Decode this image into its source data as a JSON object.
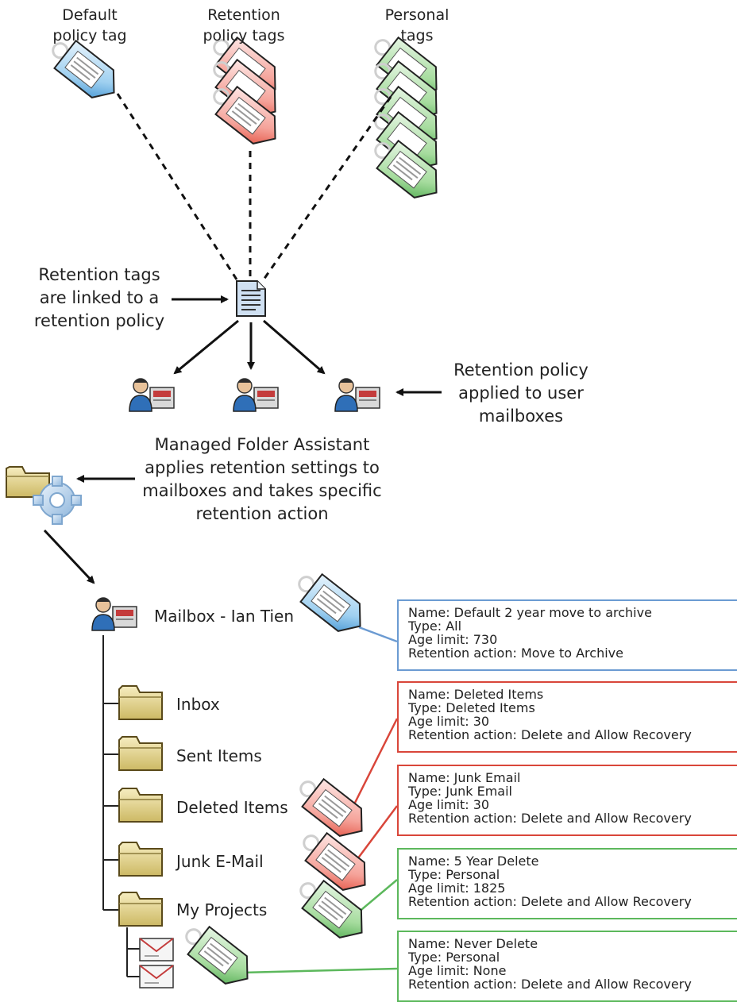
{
  "top_labels": {
    "default": [
      "Default",
      "policy tag"
    ],
    "retention": [
      "Retention",
      "policy tags"
    ],
    "personal": [
      "Personal",
      "tags"
    ]
  },
  "middle_labels": {
    "linked": [
      "Retention tags",
      "are linked to a",
      "retention policy"
    ],
    "applied": [
      "Retention policy",
      "applied to user",
      "mailboxes"
    ],
    "mfa": [
      "Managed Folder Assistant",
      "applies retention settings to",
      "mailboxes and takes specific",
      "retention action"
    ]
  },
  "mailbox": {
    "label": "Mailbox - Ian Tien"
  },
  "folders": [
    "Inbox",
    "Sent Items",
    "Deleted Items",
    "Junk E-Mail",
    "My Projects"
  ],
  "colors": {
    "default_tag": "#3a8fd0",
    "retention_tag": "#e24a3a",
    "personal_tag": "#4aa84a",
    "default_box": "#6b9bd2",
    "retention_box": "#d9463a",
    "personal_box": "#5cb85c",
    "folder": "#e8d98a"
  },
  "info_boxes": [
    {
      "name": "Name: Default 2 year move to archive",
      "type": "Type: All",
      "age": "Age limit: 730",
      "action": "Retention action: Move to Archive",
      "color": "#6b9bd2"
    },
    {
      "name": "Name: Deleted Items",
      "type": "Type: Deleted Items",
      "age": "Age limit: 30",
      "action": "Retention action: Delete and Allow Recovery",
      "color": "#d9463a"
    },
    {
      "name": "Name: Junk Email",
      "type": "Type: Junk Email",
      "age": "Age limit: 30",
      "action": "Retention action: Delete and Allow Recovery",
      "color": "#d9463a"
    },
    {
      "name": "Name: 5 Year Delete",
      "type": "Type: Personal",
      "age": "Age limit: 1825",
      "action": "Retention action: Delete and Allow Recovery",
      "color": "#5cb85c"
    },
    {
      "name": "Name: Never Delete",
      "type": "Type: Personal",
      "age": "Age limit: None",
      "action": "Retention action: Delete and Allow Recovery",
      "color": "#5cb85c"
    }
  ]
}
